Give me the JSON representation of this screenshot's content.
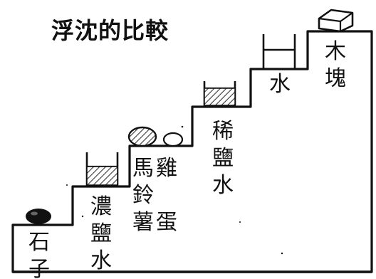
{
  "title": "浮沈的比較",
  "steps": [
    {
      "order": 1,
      "label": [
        "石",
        "子"
      ]
    },
    {
      "order": 2,
      "label": [
        "濃",
        "鹽",
        "水"
      ]
    },
    {
      "order": 3,
      "label": [
        "馬",
        "鈴",
        "薯"
      ],
      "label2": [
        "雞",
        "蛋"
      ]
    },
    {
      "order": 4,
      "label": [
        "稀",
        "鹽",
        "水"
      ]
    },
    {
      "order": 5,
      "label": [
        "水"
      ]
    },
    {
      "order": 6,
      "label": [
        "木",
        "塊"
      ]
    }
  ],
  "colors": {
    "ink": "#111111",
    "paper": "#ffffff",
    "hatch": "#333333"
  }
}
